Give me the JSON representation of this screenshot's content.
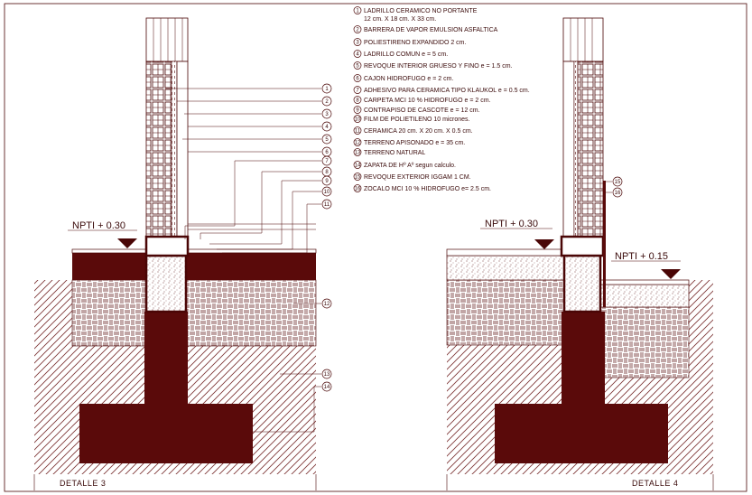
{
  "colors": {
    "ink": "#4a0606",
    "concrete": "#5a0a0a",
    "hatch": "#7a3030",
    "background": "#ffffff"
  },
  "legend": [
    {
      "num": "1",
      "text": "LADRILLO CERAMICO NO PORTANTE",
      "sub": "12 cm. X 18 cm.  X 33 cm."
    },
    {
      "num": "2",
      "text": "BARRERA DE VAPOR EMULSION ASFALTICA"
    },
    {
      "num": "3",
      "text": "POLIESTIRENO EXPANDIDO 2 cm."
    },
    {
      "num": "4",
      "text": "LADRILLO COMUN  e = 5 cm."
    },
    {
      "num": "5",
      "text": "REVOQUE INTERIOR GRUESO Y FINO e = 1.5 cm."
    },
    {
      "num": "6",
      "text": "CAJON HIDROFUGO  e = 2 cm."
    },
    {
      "num": "7",
      "text": "ADHESIVO PARA CERAMICA TIPO KLAUKOL  e = 0.5 cm."
    },
    {
      "num": "8",
      "text": "CARPETA MCI 10 % HIDROFUGO  e = 2 cm."
    },
    {
      "num": "9",
      "text": "CONTRAPISO DE CASCOTE  e = 12 cm."
    },
    {
      "num": "10",
      "text": "FILM DE POLIETILENO  10 micrones."
    },
    {
      "num": "11",
      "text": "CERAMICA  20 cm. X 20 cm. X 0.5 cm."
    },
    {
      "num": "12",
      "text": "TERRENO APISONADO  e = 35 cm."
    },
    {
      "num": "13",
      "text": "TERRENO NATURAL"
    },
    {
      "num": "14",
      "text": "ZAPATA DE Hº Aº  segun calculo."
    },
    {
      "num": "15",
      "text": "REVOQUE EXTERIOR IGGAM 1 CM."
    },
    {
      "num": "16",
      "text": "ZOCALO MCI 10 % HIDROFUGO  e= 2.5 cm."
    }
  ],
  "detail3": {
    "title": "DETALLE 3",
    "level": "NPTI + 0.30",
    "callouts": [
      "1",
      "2",
      "3",
      "4",
      "5",
      "6",
      "7",
      "8",
      "9",
      "10",
      "11",
      "12",
      "13",
      "14"
    ]
  },
  "detail4": {
    "title": "DETALLE 4",
    "level_inner": "NPTI + 0.30",
    "level_outer": "NPTI + 0.15",
    "callouts": [
      "15",
      "16"
    ]
  }
}
